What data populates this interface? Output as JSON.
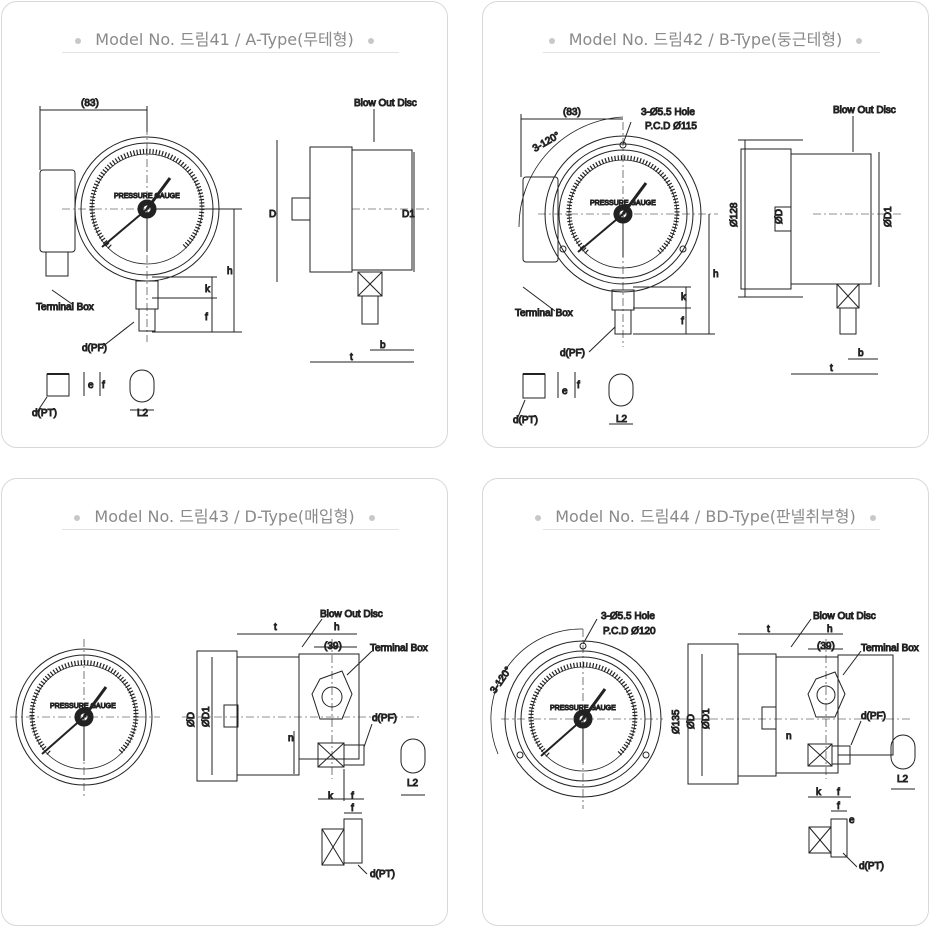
{
  "panels": [
    {
      "title": "Model No. 드림41 / A-Type(무테형)",
      "labels": {
        "width_83": "(83)",
        "blow_out": "Blow Out Disc",
        "terminal_box": "Terminal Box",
        "dial": "PRESSURE GAUGE",
        "d_pf": "d(PF)",
        "d_pt": "d(PT)",
        "l2": "L2",
        "h": "h",
        "k": "k",
        "f": "f",
        "e": "e",
        "D": "D",
        "D1": "D1",
        "t": "t",
        "b": "b"
      }
    },
    {
      "title": "Model No. 드림42 / B-Type(둥근테형)",
      "labels": {
        "width_83": "(83)",
        "hole": "3-Ø5.5 Hole",
        "pcd": "P.C.D Ø115",
        "angle": "3-120°",
        "blow_out": "Blow Out Disc",
        "terminal_box": "Terminal Box",
        "dial": "PRESSURE GAUGE",
        "d_pf": "d(PF)",
        "d_pt": "d(PT)",
        "l2": "L2",
        "h": "h",
        "k": "k",
        "f": "f",
        "e": "e",
        "d128": "Ø128",
        "oD": "ØD",
        "oD1": "ØD1",
        "t": "t",
        "b": "b"
      }
    },
    {
      "title": "Model No. 드림43 / D-Type(매입형)",
      "labels": {
        "dial": "PRESSURE GAUGE",
        "blow_out": "Blow Out Disc",
        "terminal_box": "Terminal Box",
        "t": "t",
        "h": "h",
        "w39": "(39)",
        "oD": "ØD",
        "oD1": "ØD1",
        "n": "n",
        "d_pf": "d(PF)",
        "d_pt": "d(PT)",
        "k": "k",
        "f": "f",
        "l2": "L2"
      }
    },
    {
      "title": "Model No. 드림44 / BD-Type(판넬취부형)",
      "labels": {
        "hole": "3-Ø5.5 Hole",
        "pcd": "P.C.D Ø120",
        "angle": "3-120°",
        "dial": "PRESSURE GAUGE",
        "blow_out": "Blow Out Disc",
        "terminal_box": "Terminal Box",
        "t": "t",
        "h": "h",
        "w39": "(39)",
        "d135": "Ø135",
        "oD": "ØD",
        "oD1": "ØD1",
        "n": "n",
        "d_pf": "d(PF)",
        "d_pt": "d(PT)",
        "k": "k",
        "f": "f",
        "e": "e",
        "l2": "L2"
      }
    }
  ]
}
